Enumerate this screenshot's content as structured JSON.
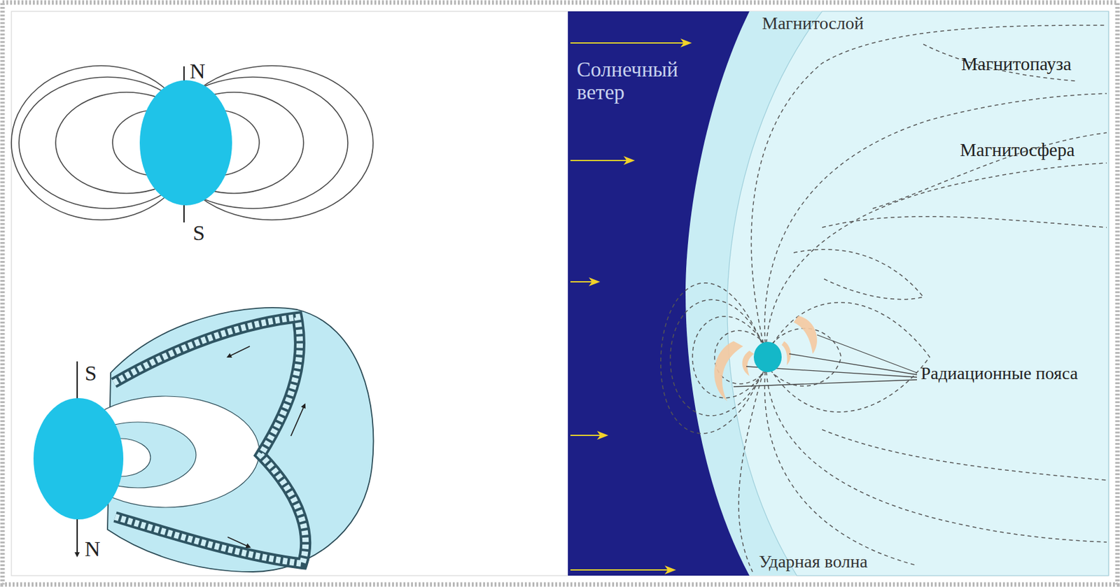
{
  "diagram": {
    "labels": [
      "N",
      "S",
      "S",
      "N",
      "Магнитослой",
      "Солнечный ветер",
      "Магнитопауза",
      "Магнитосфера",
      "Радиационные пояса",
      "Ударная волна"
    ]
  }
}
